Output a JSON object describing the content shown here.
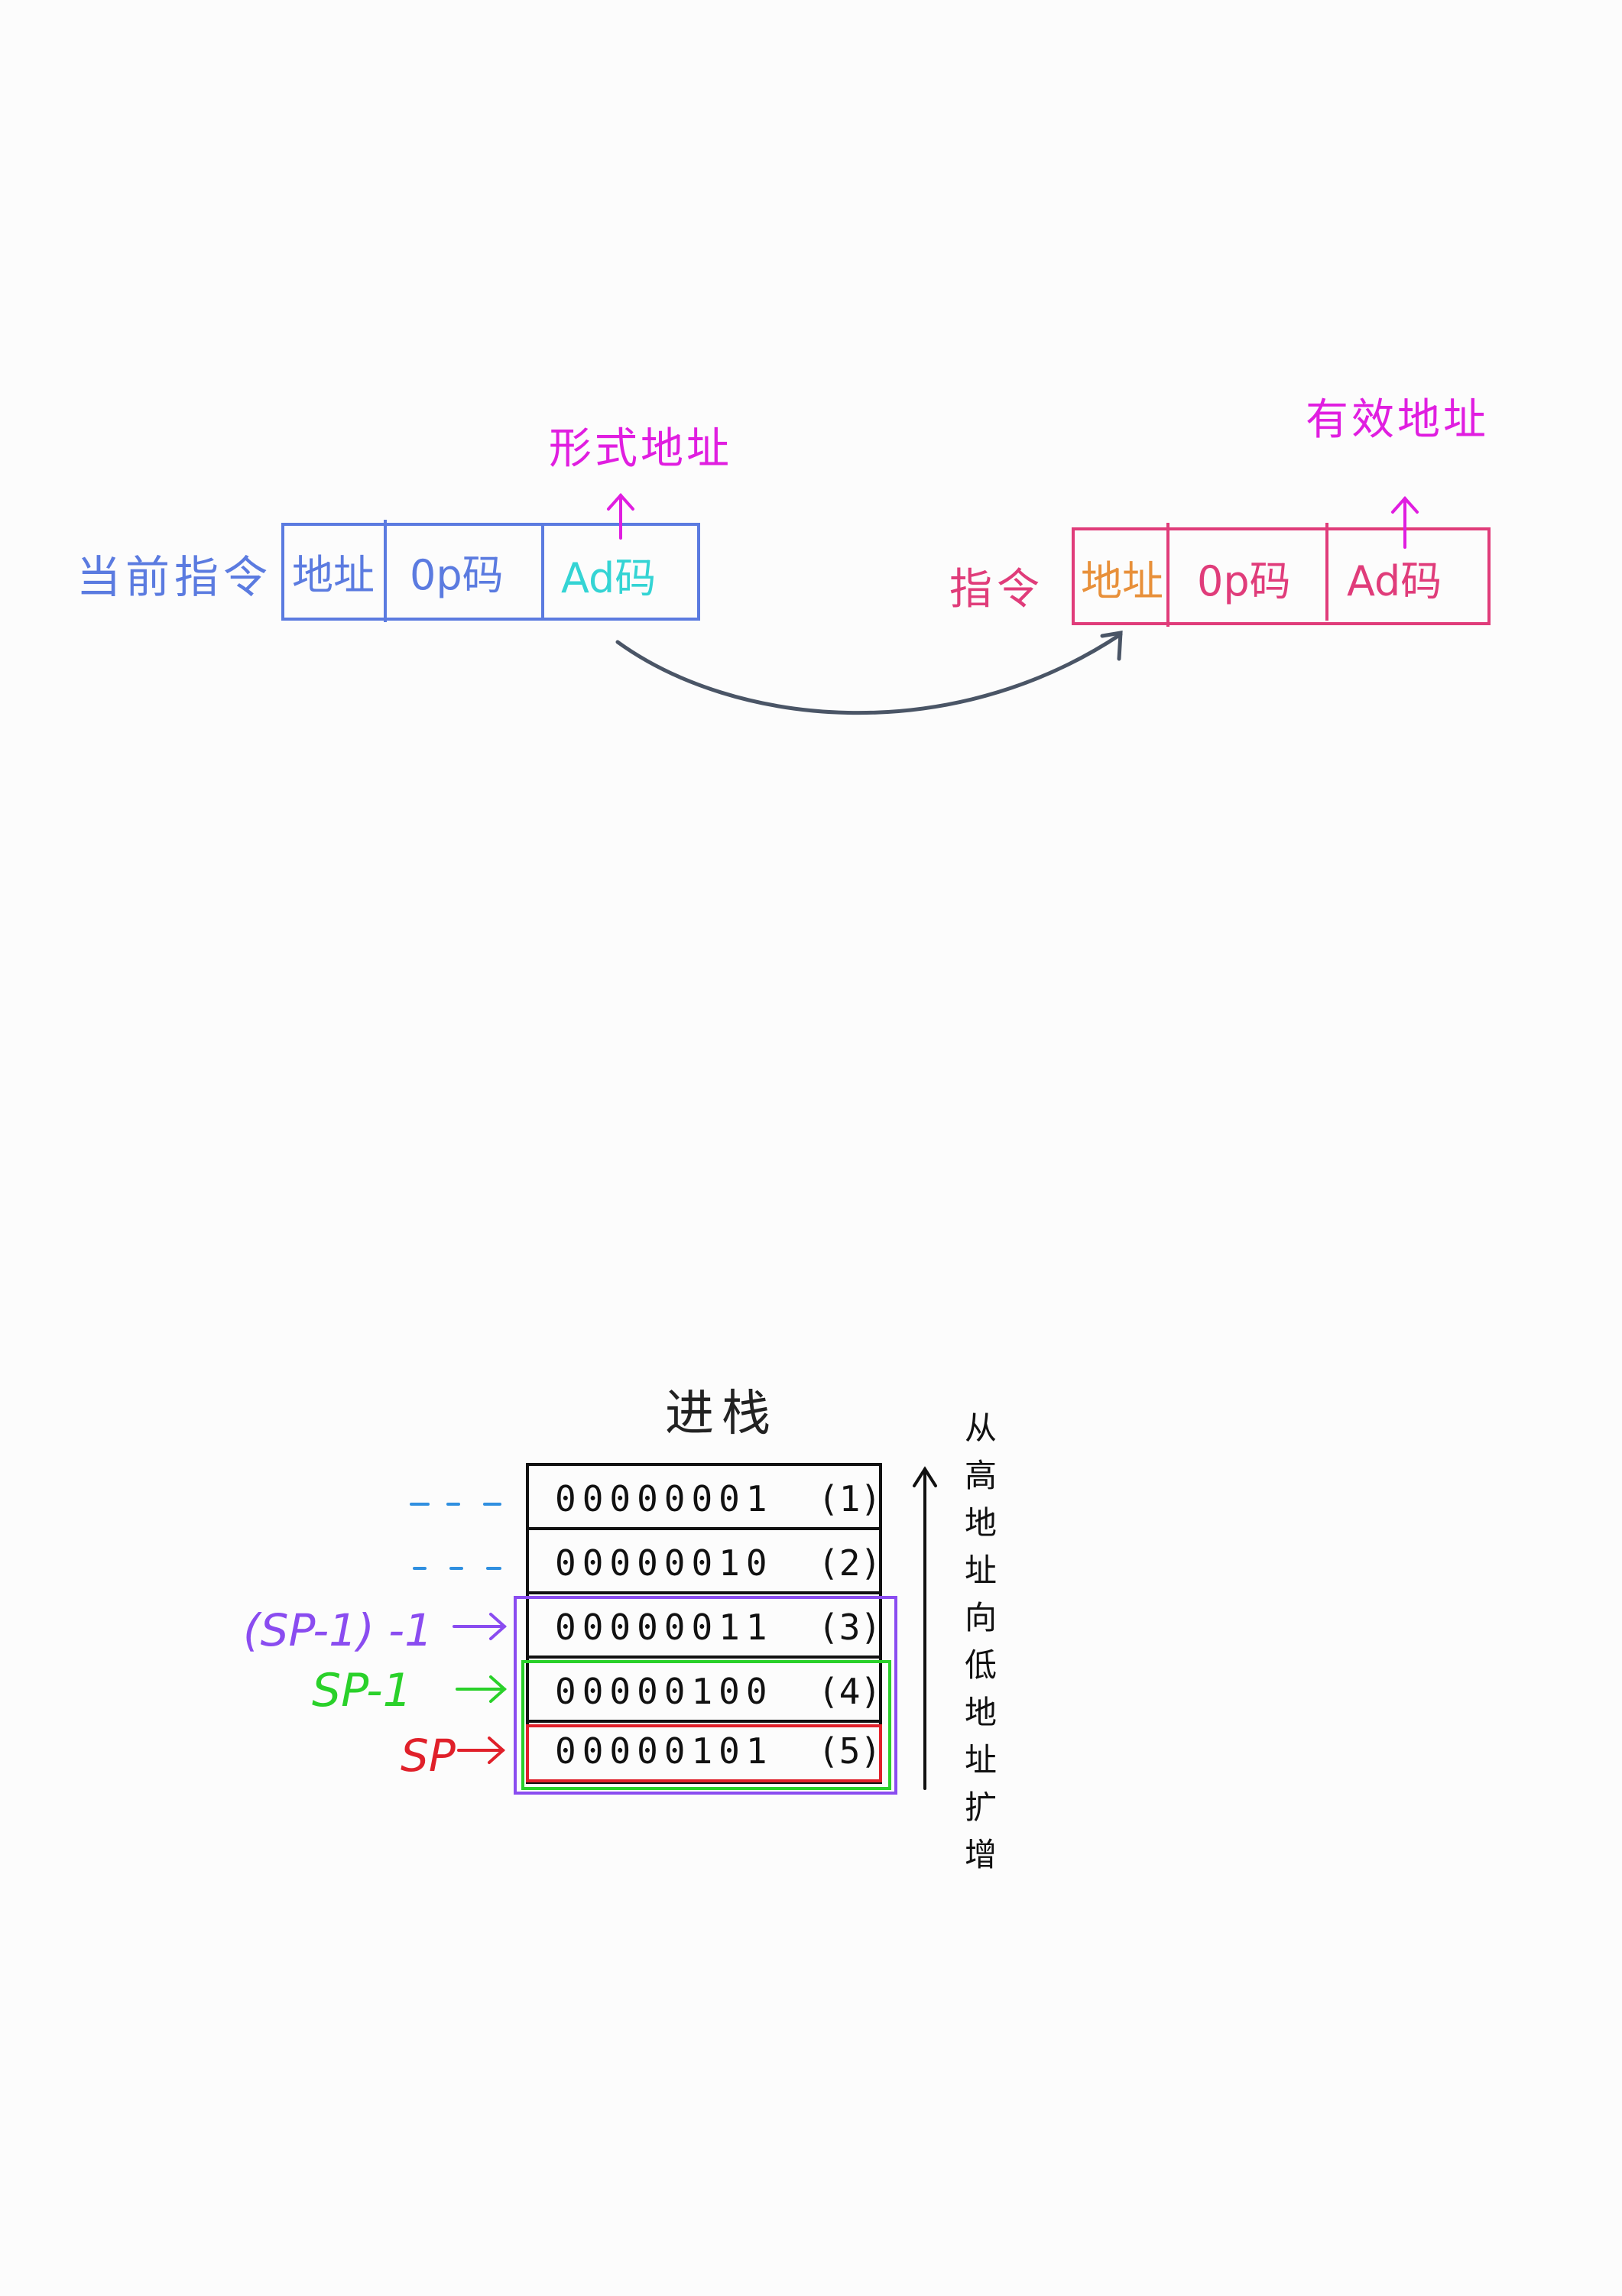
{
  "top_diagram": {
    "current_instruction": {
      "label": "当前指令",
      "fields": [
        "地址",
        "0p码",
        "Ad码"
      ],
      "annotation": "形式地址"
    },
    "target_instruction": {
      "label": "指令",
      "fields": [
        "地址",
        "0p码",
        "Ad码"
      ],
      "annotation": "有效地址"
    },
    "colors": {
      "blue": "#5b7be0",
      "cyan": "#34d4d4",
      "magenta": "#e01ee0",
      "pink": "#e03c7a",
      "orange": "#e8903a",
      "arrow": "#4a5566"
    }
  },
  "stack_diagram": {
    "title": "进栈",
    "rows": [
      {
        "value": "00000001",
        "index": "(1)"
      },
      {
        "value": "00000010",
        "index": "(2)"
      },
      {
        "value": "00000011",
        "index": "(3)"
      },
      {
        "value": "00000100",
        "index": "(4)"
      },
      {
        "value": "00000101",
        "index": "(5)"
      }
    ],
    "pointers": [
      {
        "label": "(SP-1) -1",
        "color": "#8a4cf0"
      },
      {
        "label": "SP-1",
        "color": "#2ad12a"
      },
      {
        "label": "SP",
        "color": "#e0202a"
      }
    ],
    "side_note": [
      "从",
      "高",
      "地",
      "址",
      "向",
      "低",
      "地",
      "址",
      "扩",
      "增"
    ],
    "dash_color": "#2f8fe0"
  }
}
